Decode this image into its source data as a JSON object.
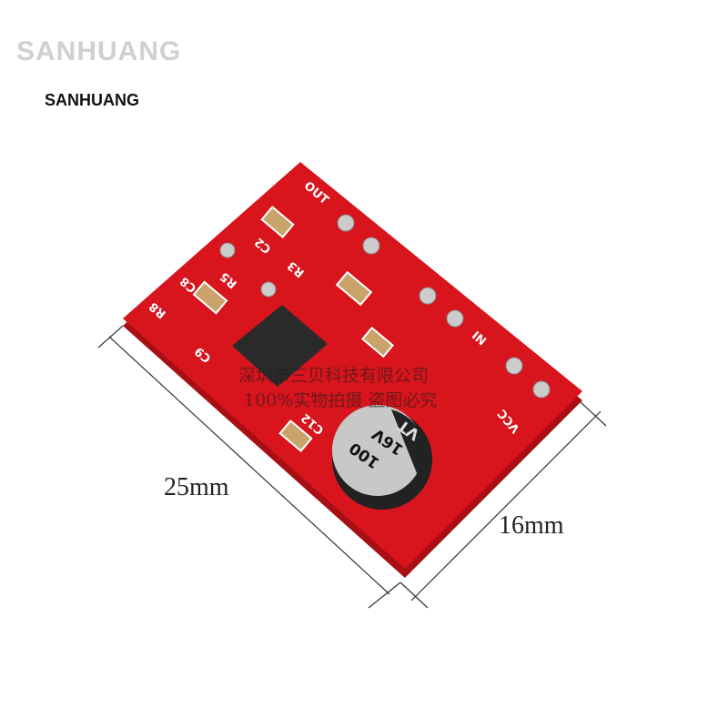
{
  "brand": {
    "ghost_text": "SANHUANG",
    "text": "SANHUANG"
  },
  "dimensions": {
    "length": "25mm",
    "width": "16mm"
  },
  "watermark": {
    "line1": "深圳市三贝科技有限公司",
    "line2": "100%实物拍摄 盗图必究"
  },
  "board": {
    "color": "#d8141c",
    "silkscreen": [
      "OUT",
      "IN",
      "VCC",
      "C8",
      "R8",
      "C2",
      "R3",
      "R5",
      "C9",
      "C12"
    ],
    "capacitor": {
      "value": "100",
      "voltage": "16V",
      "series": "VT"
    }
  }
}
